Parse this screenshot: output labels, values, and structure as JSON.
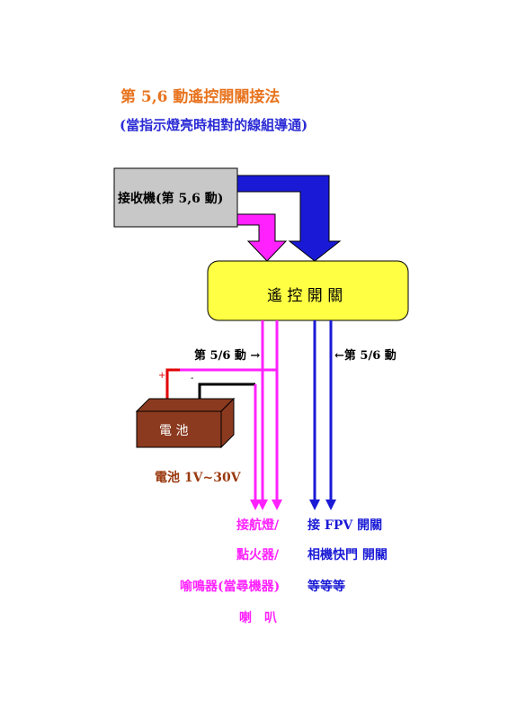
{
  "title": "第 5,6 動遙控開關接法",
  "subtitle": "(當指示燈亮時相對的線組導通)",
  "receiver_label": "接收機(第 5,6 動)",
  "switch_label": "遙 控 開 關",
  "channel_left": "第 5/6 動 →",
  "channel_right": "←第 5/6 動",
  "battery": {
    "plus": "+",
    "minus": "-",
    "label": "電 池",
    "voltage": "電池 1V~30V"
  },
  "output_left": [
    "接航燈/",
    "點火器/",
    "喻鳴器(當尋機器)",
    "喇　叭"
  ],
  "output_right": [
    "接 FPV 開關",
    "相機快門  開關",
    "等等等"
  ],
  "colors": {
    "title_orange": "#e8731e",
    "subtitle_blue": "#2b2bd6",
    "magenta": "#ff22ff",
    "blue": "#1a1ad6",
    "switch_yellow": "#ffff44",
    "receiver_gray": "#c8c8c8",
    "battery_brown": "#8b3a1f",
    "red_wire": "#e00000",
    "voltage_brown": "#9a3a10"
  }
}
